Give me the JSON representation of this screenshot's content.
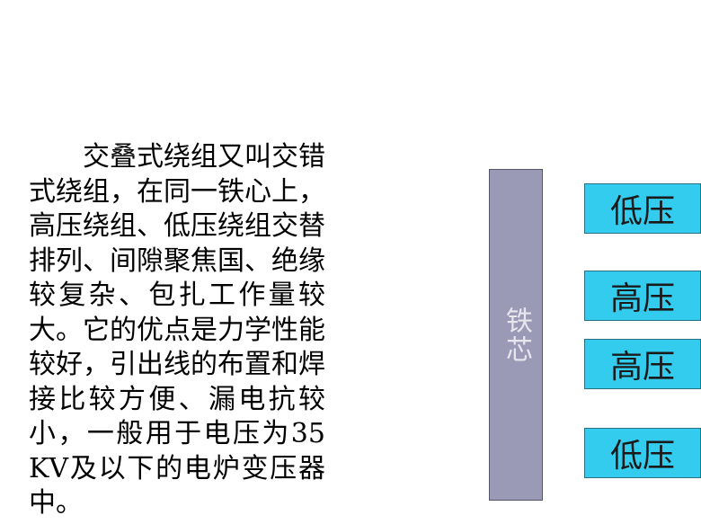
{
  "description": "交叠式绕组又叫交错式绕组，在同一铁心上，高压绕组、低压绕组交替排列、间隙聚焦国、绝缘较复杂、包扎工作量较大。它的优点是力学性能较好，引出线的布置和焊接比较方便、漏电抗较小，一般用于电压为35KV及以下的电炉变压器中。",
  "diagram": {
    "core_label": "铁芯",
    "windings": [
      "低压",
      "高压",
      "高压",
      "低压"
    ],
    "colors": {
      "core": "#9a9ab7",
      "core_text": "#e6e6ef",
      "winding": "#33ccee"
    }
  }
}
